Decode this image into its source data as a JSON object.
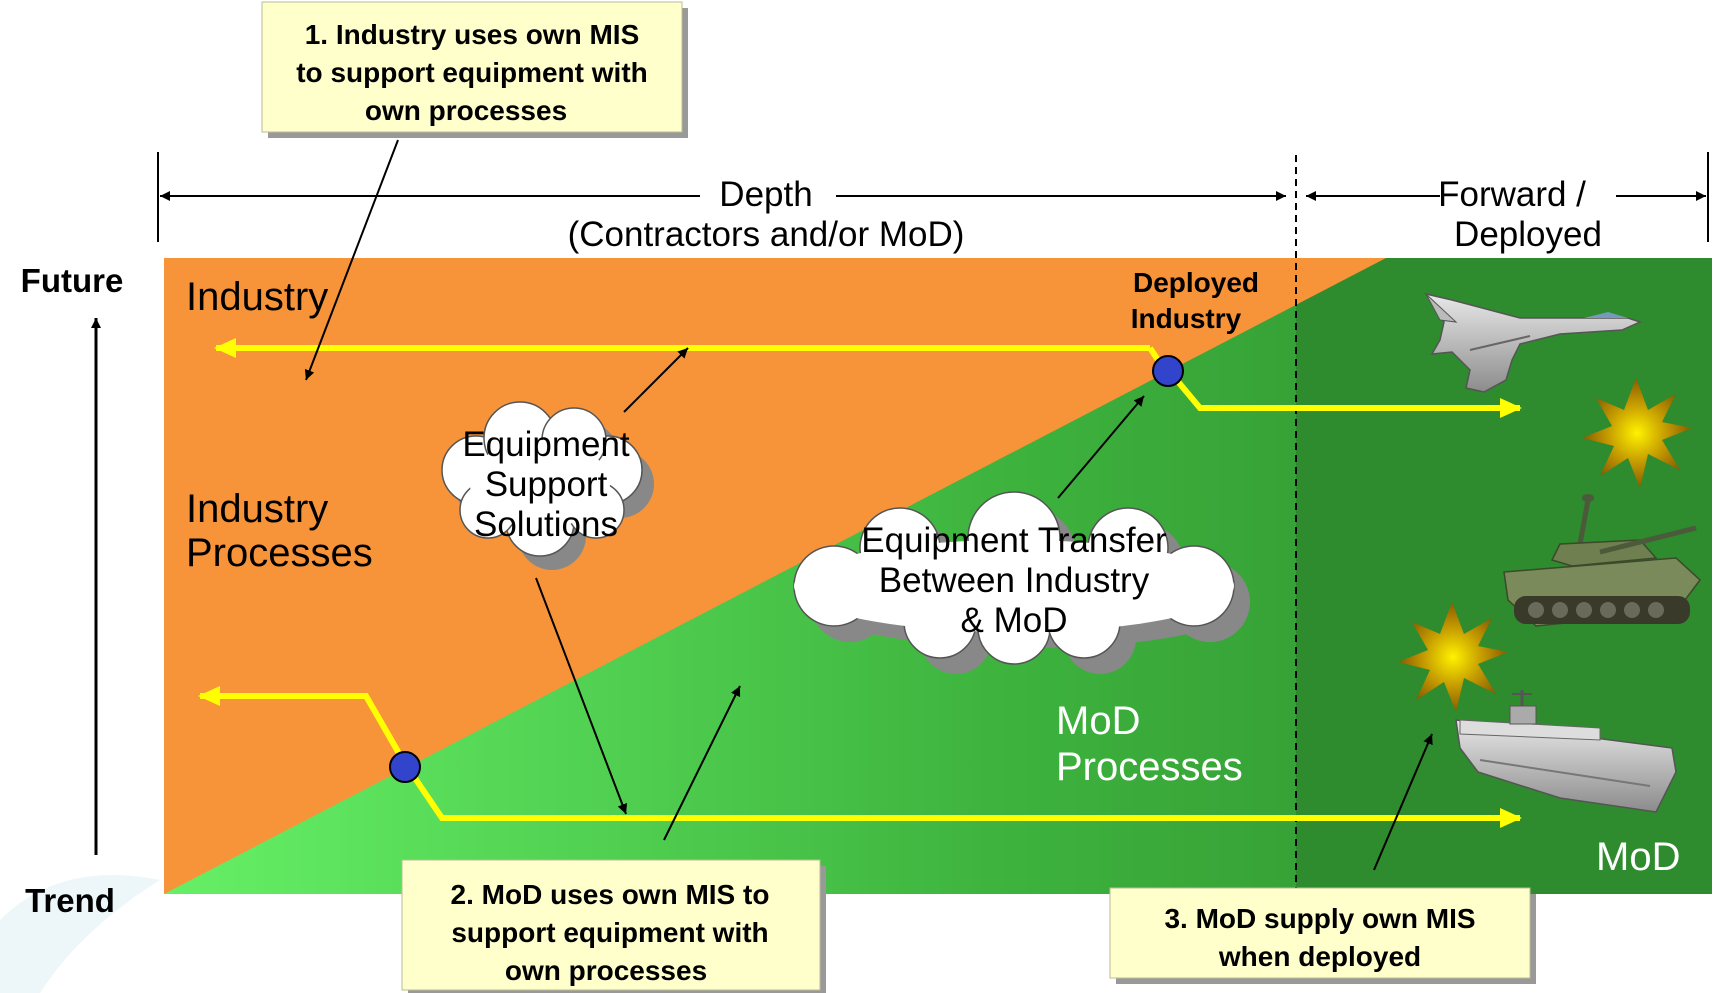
{
  "diagram": {
    "callouts": {
      "industry_mis": [
        "1. Industry uses own MIS",
        "to support equipment with",
        "own processes"
      ],
      "mod_mis": [
        "2. MoD uses own MIS to",
        "support equipment with",
        "own processes"
      ],
      "mod_deployed": [
        "3. MoD supply own MIS",
        "when deployed"
      ]
    },
    "header": {
      "depth": "Depth",
      "depth_sub": "(Contractors and/or MoD)",
      "forward": "Forward /",
      "forward_sub": "Deployed"
    },
    "axis": {
      "future": "Future",
      "trend": "Trend"
    },
    "regions": {
      "industry": "Industry",
      "industry_processes": [
        "Industry",
        "Processes"
      ],
      "deployed_industry": [
        "Deployed",
        "Industry"
      ],
      "mod_processes": [
        "MoD",
        "Processes"
      ],
      "mod": "MoD"
    },
    "clouds": {
      "support_solutions": [
        "Equipment",
        "Support",
        "Solutions"
      ],
      "transfer": [
        "Equipment Transfer",
        "Between Industry",
        "& MoD"
      ]
    },
    "icons": [
      "fighter-jet-icon",
      "explosion-icon",
      "tank-icon",
      "explosion-icon",
      "warship-icon"
    ],
    "colors": {
      "orange": "#F7943A",
      "green_light": "#5DEA5D",
      "green_dark": "#2D8A2D",
      "yellow_flow": "#FFFF00",
      "callout_fill": "#FFFFCC",
      "node_blue": "#3344CC"
    }
  }
}
